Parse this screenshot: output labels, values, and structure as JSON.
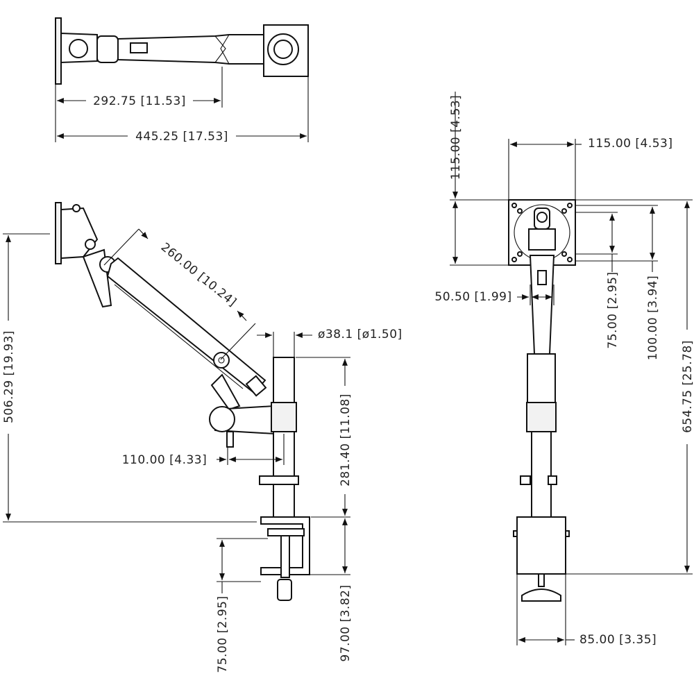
{
  "drawing": {
    "top_view": {
      "dim_short": "292.75 [11.53]",
      "dim_long": "445.25 [17.53]"
    },
    "side_view": {
      "arm_length": "260.00 [10.24]",
      "pole_diameter": "ø38.1 [ø1.50]",
      "height": "506.29 [19.93]",
      "pole_height": "281.40 [11.08]",
      "offset": "110.00 [4.33]",
      "clamp_depth": "75.00 [2.95]",
      "clamp_height": "97.00 [3.82]"
    },
    "front_view": {
      "plate_height": "115.00 [4.53]",
      "plate_width": "115.00 [4.53]",
      "arm_width": "50.50 [1.99]",
      "vesa_75": "75.00 [2.95]",
      "vesa_100": "100.00 [3.94]",
      "total_height": "654.75 [25.78]",
      "base_width": "85.00 [3.35]"
    }
  }
}
